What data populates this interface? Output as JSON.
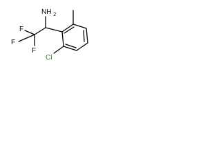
{
  "molecule": {
    "atoms": {
      "nh2": "NH",
      "nh2_sub": "2",
      "f_top": "F",
      "f_left": "F",
      "f_bottom": "F",
      "cl": "Cl"
    },
    "colors": {
      "bond": "#000000",
      "label": "#000000",
      "chlorine": "#2e7d32"
    }
  }
}
